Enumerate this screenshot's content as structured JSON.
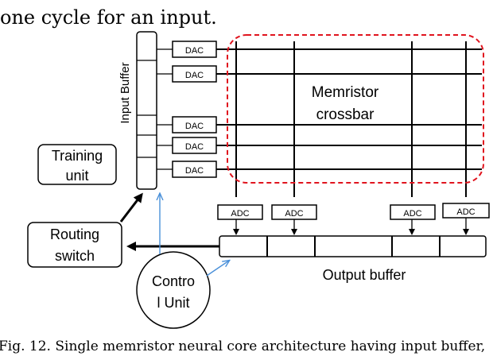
{
  "top_caption": "one cycle for an input.",
  "labels": {
    "input_buffer": "Input Buffer",
    "training_unit_l1": "Training",
    "training_unit_l2": "unit",
    "routing_switch_l1": "Routing",
    "routing_switch_l2": "switch",
    "control_unit_l1": "Contro",
    "control_unit_l2": "l Unit",
    "memristor_l1": "Memristor",
    "memristor_l2": "crossbar",
    "output_buffer": "Output buffer"
  },
  "dac_label": "DAC",
  "adc_label": "ADC",
  "dac_count": 5,
  "adc_count": 4,
  "figure_caption": "Fig. 12. Single memristor neural core architecture having input buffer,",
  "colors": {
    "crossbar_outline": "#e0141e",
    "control_lines": "#4a90d9",
    "stroke": "#000000"
  }
}
